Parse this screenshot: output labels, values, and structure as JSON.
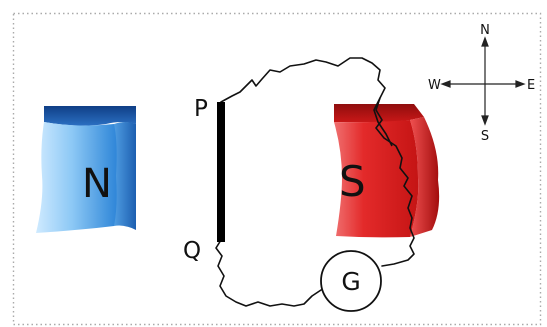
{
  "magnets": {
    "north": {
      "label": "N",
      "color": "#2e7fd6"
    },
    "south": {
      "label": "S",
      "color": "#d91f1f"
    }
  },
  "rod": {
    "top_label": "P",
    "bottom_label": "Q",
    "color": "#000000"
  },
  "galvanometer": {
    "label": "G"
  },
  "compass": {
    "north": "N",
    "south": "S",
    "east": "E",
    "west": "W"
  }
}
